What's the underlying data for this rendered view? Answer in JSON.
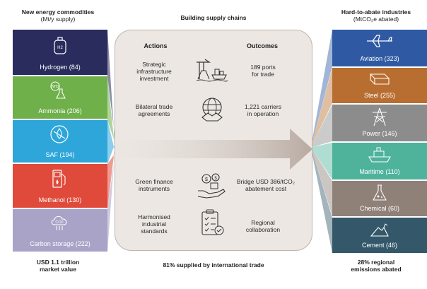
{
  "left": {
    "title": "New energy commodities",
    "subtitle": "(Mt/y supply)",
    "items": [
      {
        "label": "Hydrogen  (84)",
        "color": "#2a2c5e",
        "icon": "hydrogen-tank-icon"
      },
      {
        "label": "Ammonia (206)",
        "color": "#6fb04a",
        "icon": "ammonia-flask-icon"
      },
      {
        "label": "SAF  (194)",
        "color": "#2ea6da",
        "icon": "fuel-drop-icon"
      },
      {
        "label": "Methanol  (130)",
        "color": "#e04a3b",
        "icon": "fuel-pump-icon"
      },
      {
        "label": "Carbon storage  (222)",
        "color": "#a8a3c7",
        "icon": "co2-cloud-icon"
      }
    ],
    "footer_line1": "USD 1.1 trillion",
    "footer_line2": "market value"
  },
  "center": {
    "title": "Building supply chains",
    "actions_head": "Actions",
    "outcomes_head": "Outcomes",
    "rows": [
      {
        "action_l1": "Strategic",
        "action_l2": "infrastructure",
        "action_l3": "investment",
        "icon": "port-crane-icon",
        "outcome_l1": "189 ports",
        "outcome_l2": "for trade"
      },
      {
        "action_l1": "Bilateral trade",
        "action_l2": "agreements",
        "action_l3": "",
        "icon": "globe-handshake-icon",
        "outcome_l1": "1,221 carriers",
        "outcome_l2": "in operation"
      },
      {
        "action_l1": "Green finance",
        "action_l2": "instruments",
        "action_l3": "",
        "icon": "money-hand-icon",
        "outcome_l1": "Bridge USD 386/tCO₂",
        "outcome_l2": "abatement cost"
      },
      {
        "action_l1": "Harmonised",
        "action_l2": "industrial",
        "action_l3": "standards",
        "icon": "checklist-clipboard-icon",
        "outcome_l1": "Regional",
        "outcome_l2": "collaboration"
      }
    ],
    "footer": "81% supplied by international trade"
  },
  "right": {
    "title": "Hard-to-abate industries",
    "subtitle": "(MtCO₂e abated)",
    "items": [
      {
        "label": "Aviation  (323)",
        "color": "#2f5aa3",
        "icon": "airplane-icon"
      },
      {
        "label": "Steel  (255)",
        "color": "#b86e31",
        "icon": "steel-beam-icon"
      },
      {
        "label": "Power  (146)",
        "color": "#8c8c8c",
        "icon": "pylon-icon"
      },
      {
        "label": "Maritime  (110)",
        "color": "#4fb39c",
        "icon": "ship-icon"
      },
      {
        "label": "Chemical  (60)",
        "color": "#8f8078",
        "icon": "chemical-flask-icon"
      },
      {
        "label": "Cement  (46)",
        "color": "#34586a",
        "icon": "cement-pile-icon"
      }
    ],
    "footer_line1": "28% regional",
    "footer_line2": "emissions abated"
  }
}
